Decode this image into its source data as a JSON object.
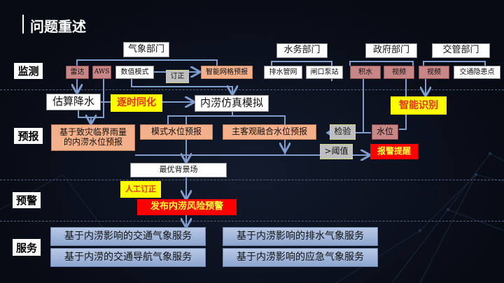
{
  "title": "问题重述",
  "rows": {
    "monitor": "监测",
    "forecast": "预报",
    "warning": "预警",
    "service": "服务"
  },
  "departments": {
    "meteo": "气象部门",
    "water": "水务部门",
    "gov": "政府部门",
    "traffic": "交管部门"
  },
  "monitor": {
    "radar": "雷达",
    "aws": "AWS",
    "nwp": "数值模式",
    "correct": "订正",
    "grid": "智能网格预报",
    "drain": "排水管网",
    "pump": "闸口泵站",
    "ponding": "积水",
    "video1": "视频",
    "video2": "视频",
    "hazard": "交通隐患点"
  },
  "process": {
    "estimate": "估算降水",
    "assim": "逐时同化",
    "sim": "内涝仿真模拟",
    "recog": "智能识别"
  },
  "forecast": {
    "critical": "基于致灾临界雨量的内涝水位预报",
    "model": "模式水位预报",
    "fusion": "主客观融合水位预报",
    "verify": "检验",
    "level": "水位",
    "threshold": ">阈值",
    "alarm": "报警提醒",
    "bg": "最优背景场"
  },
  "warning": {
    "manual": "人工订正",
    "publish": "发布内涝风险预警"
  },
  "services": [
    "基于内涝影响的交通气象服务",
    "基于内涝影响的排水气象服务",
    "基于内涝的交通导航气象服务",
    "基于内涝影响的应急气象服务"
  ],
  "colors": {
    "line": "#7f9ccc",
    "salmon": "#f4b08a",
    "pink": "#c98686",
    "yellow": "#ffff00",
    "red": "#ff0000"
  }
}
